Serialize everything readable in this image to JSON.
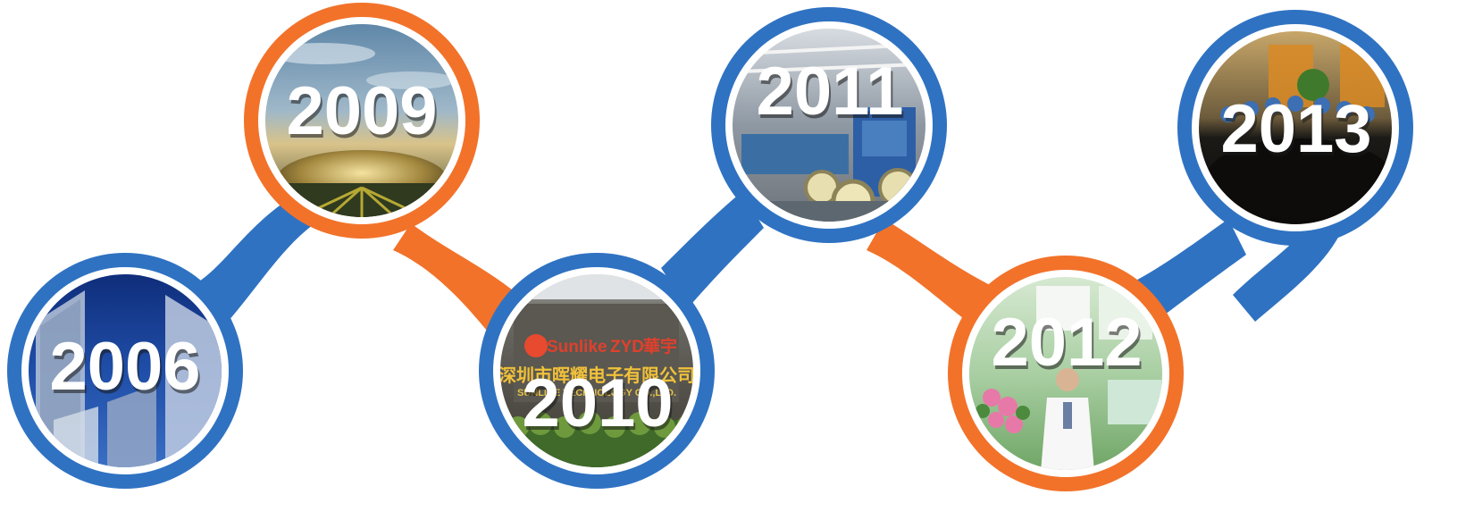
{
  "timeline": {
    "colors": {
      "blue": "#2f72c2",
      "orange": "#f2722a",
      "ring_inner": "#ffffff"
    },
    "milestones": [
      {
        "year": "2006",
        "ring_color": "blue",
        "photo": "skyscrapers-against-blue-sky"
      },
      {
        "year": "2009",
        "ring_color": "orange",
        "photo": "national-grand-theater-dome"
      },
      {
        "year": "2010",
        "ring_color": "blue",
        "photo": "company-entrance-sign"
      },
      {
        "year": "2011",
        "ring_color": "blue",
        "photo": "cable-factory-machines"
      },
      {
        "year": "2012",
        "ring_color": "orange",
        "photo": "trade-show-booth"
      },
      {
        "year": "2013",
        "ring_color": "blue",
        "photo": "meeting-room"
      }
    ],
    "sign_2010": {
      "logo_left": "Sunlike",
      "logo_right": "ZYD",
      "logo_right_cn": "華宇",
      "company_cn": "深圳市晖耀电子有限公司",
      "company_en": "SUNLIKE TECHNOLOGY CO.,LTD."
    }
  }
}
